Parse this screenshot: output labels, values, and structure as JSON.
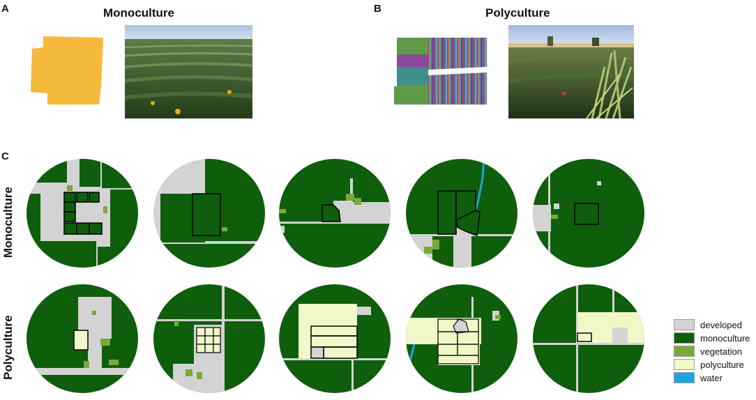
{
  "panels": {
    "a": {
      "letter": "A",
      "title": "Monoculture"
    },
    "b": {
      "letter": "B",
      "title": "Polyculture"
    },
    "c": {
      "letter": "C"
    }
  },
  "rows": {
    "monoculture": "Monoculture",
    "polyculture": "Polyculture"
  },
  "legend": [
    {
      "label": "developed",
      "color": "#d3d3d3"
    },
    {
      "label": "monoculture",
      "color": "#0e5e0c"
    },
    {
      "label": "vegetation",
      "color": "#7aa83a"
    },
    {
      "label": "polyculture",
      "color": "#f0f8c8"
    },
    {
      "label": "water",
      "color": "#1aa6e0"
    }
  ],
  "colors": {
    "monoculture_field": "#f5b93b",
    "sky": "#b9cde4",
    "crop_dark": "#2f4a22",
    "crop_mid": "#4f6e33"
  }
}
